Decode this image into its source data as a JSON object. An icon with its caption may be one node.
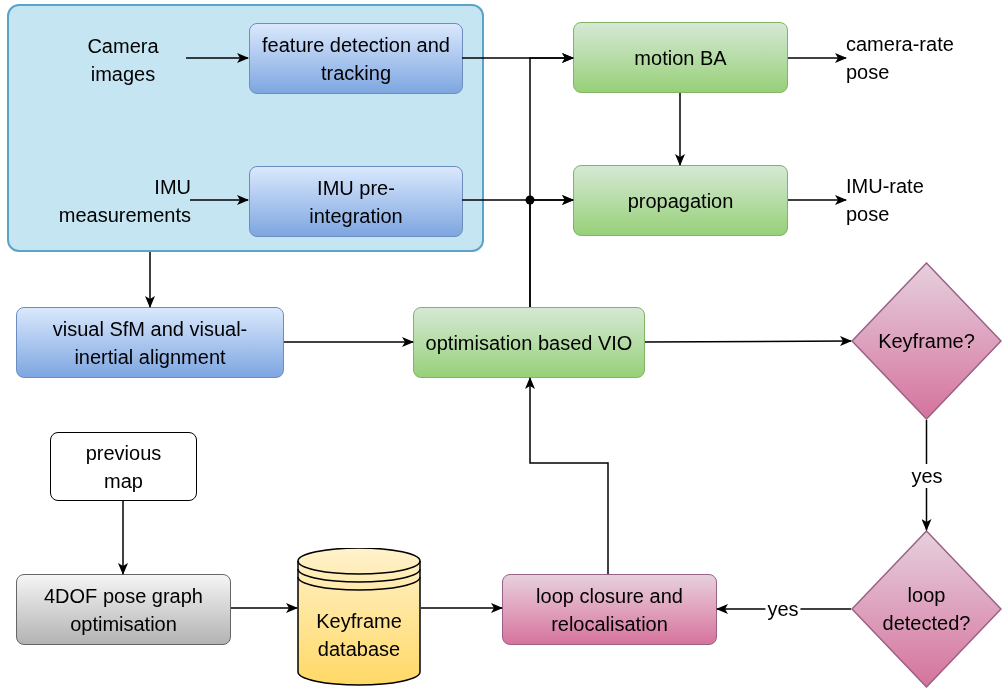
{
  "diagram": {
    "nodes": [
      {
        "text": [],
        "shape": "box"
      },
      {
        "text": [
          "Camera images"
        ],
        "in": 0
      },
      {
        "text": [
          "feature detection and tracking"
        ],
        "in": 0
      },
      {
        "text": [
          "IMU measurements"
        ],
        "in": 0
      },
      {
        "text": [
          "IMU pre-integration"
        ],
        "in": 0
      },
      {
        "text": [
          "motion BA"
        ]
      },
      {
        "text": [
          "camera-rate pose"
        ]
      },
      {
        "text": [
          "propagation"
        ]
      },
      {
        "text": [
          "IMU-rate pose"
        ]
      },
      {
        "text": [
          "visual SfM and visual-inertial alignment"
        ]
      },
      {
        "text": [
          "optimisation based VIO"
        ]
      },
      {
        "text": [
          "Keyframe?"
        ]
      },
      {
        "text": [
          "previous map"
        ]
      },
      {
        "text": [
          "4DOF pose graph optimisation"
        ]
      },
      {
        "text": [
          "Keyframe database"
        ]
      },
      {
        "text": [
          "loop closure and relocalisation"
        ]
      },
      {
        "text": [
          "loop detected?"
        ]
      }
    ],
    "edges": [
      {
        "from": 1,
        "to": 2,
        "arrow": "to"
      },
      {
        "from": 3,
        "to": 4,
        "arrow": "to"
      },
      {
        "from": 2,
        "to": 5,
        "arrow": "to"
      },
      {
        "from": 4,
        "to": 7,
        "arrow": "to"
      },
      {
        "from": 5,
        "to": 6,
        "arrow": "to"
      },
      {
        "from": 7,
        "to": 8,
        "arrow": "to"
      },
      {
        "from": 5,
        "to": 7,
        "arrow": "to"
      },
      {
        "from": 10,
        "to": 5,
        "arrow": "to"
      },
      {
        "from": 10,
        "to": 7,
        "arrow": "to"
      },
      {
        "from": 0,
        "to": 9,
        "arrow": "to"
      },
      {
        "from": 9,
        "to": 10,
        "arrow": "to"
      },
      {
        "from": 10,
        "to": 11,
        "arrow": "to"
      },
      {
        "from": 11,
        "to": 16,
        "arrow": "to",
        "label": "yes"
      },
      {
        "from": 16,
        "to": 15,
        "arrow": "to",
        "label": "yes"
      },
      {
        "from": 12,
        "to": 13,
        "arrow": "to"
      },
      {
        "from": 13,
        "to": 14,
        "arrow": "to"
      },
      {
        "from": 14,
        "to": 15,
        "arrow": "to"
      },
      {
        "from": 15,
        "to": 10,
        "arrow": "to"
      }
    ]
  }
}
